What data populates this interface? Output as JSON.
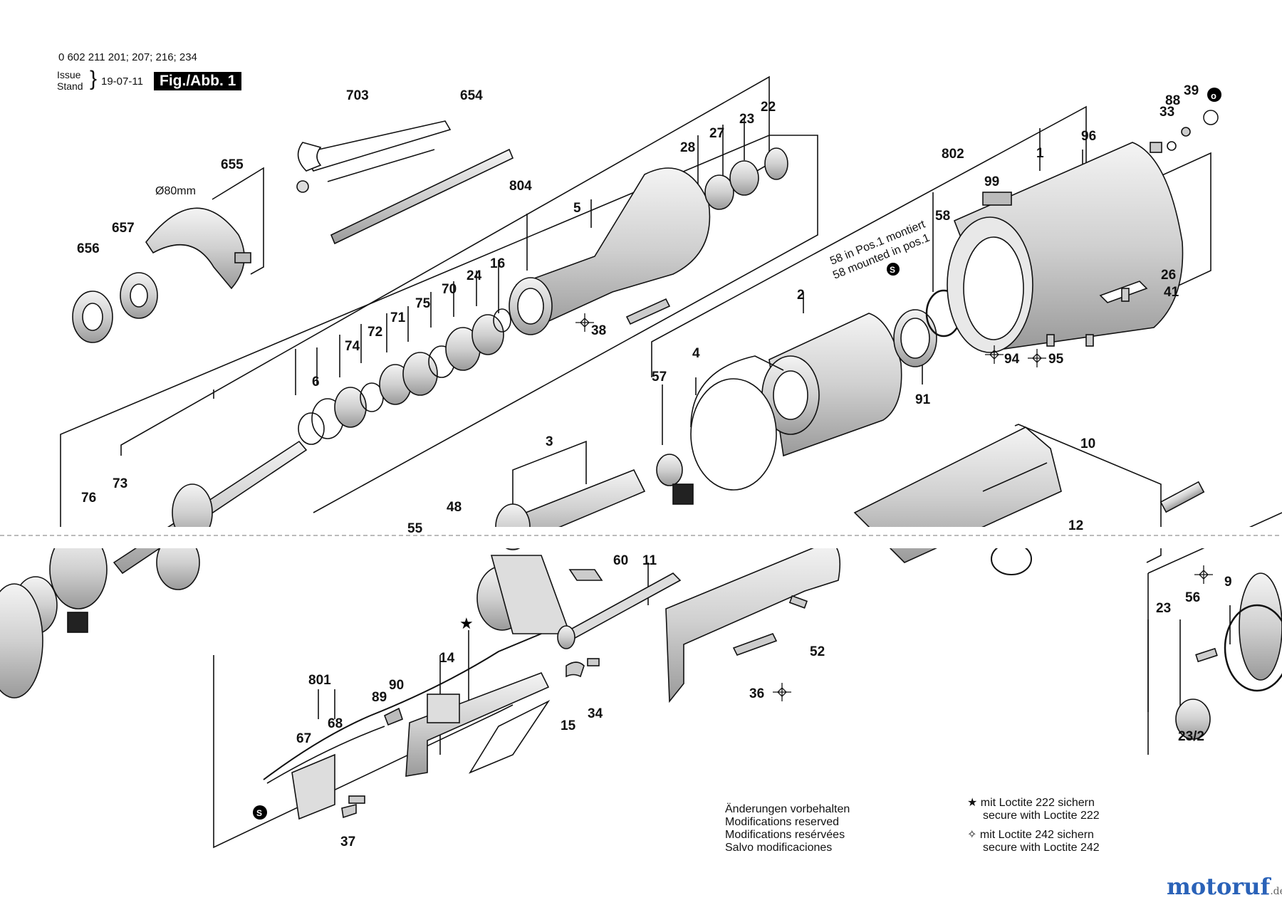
{
  "header": {
    "part_numbers": "0 602 211 201; 207; 216; 234",
    "issue_label": "Issue",
    "stand_label": "Stand",
    "date": "19-07-11",
    "figure": "Fig./Abb. 1"
  },
  "notes": {
    "modifications": [
      "Änderungen vorbehalten",
      "Modifications reserved",
      "Modifications resérvées",
      "Salvo modificaciones"
    ],
    "loctite222": [
      "mit Loctite 222 sichern",
      "secure with Loctite 222"
    ],
    "loctite242": [
      "mit Loctite 242 sichern",
      "secure with Loctite 242"
    ]
  },
  "diameter_note": "Ø80mm",
  "mounted_note": [
    "58 in Pos.1 montiert",
    "58 mounted in pos.1"
  ],
  "brand": {
    "name": "motoruf",
    "suffix": ".de"
  },
  "parts": [
    "703",
    "654",
    "655",
    "657",
    "656",
    "804",
    "5",
    "28",
    "27",
    "23",
    "22",
    "16",
    "24",
    "70",
    "75",
    "71",
    "72",
    "74",
    "6",
    "73",
    "76",
    "38",
    "802",
    "1",
    "96",
    "99",
    "58",
    "2",
    "4",
    "57",
    "91",
    "33",
    "88",
    "39",
    "26",
    "41",
    "94",
    "95",
    "3",
    "48",
    "55",
    "10",
    "12",
    "60",
    "11",
    "9",
    "56",
    "23",
    "23/2",
    "14",
    "801",
    "67",
    "68",
    "89",
    "90",
    "15",
    "34",
    "52",
    "36",
    "37"
  ]
}
